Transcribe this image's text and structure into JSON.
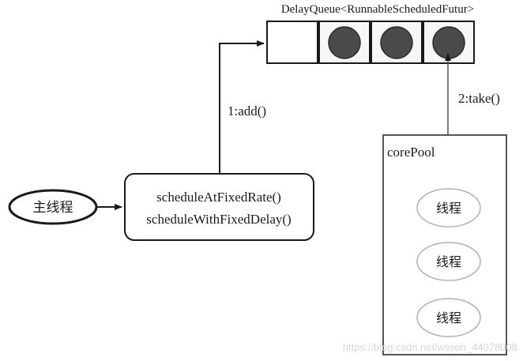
{
  "queue": {
    "title": "DelayQueue<RunnableScheduledFutur>",
    "slots": [
      {
        "state": "empty"
      },
      {
        "state": "filled"
      },
      {
        "state": "filled"
      },
      {
        "state": "filled"
      }
    ]
  },
  "edges": {
    "add_label": "1:add()",
    "take_label": "2:take()"
  },
  "main_thread": {
    "label": "主线程"
  },
  "schedule_methods": {
    "line1": "scheduleAtFixedRate()",
    "line2": "scheduleWithFixedDelay()"
  },
  "core_pool": {
    "label": "corePool",
    "threads": [
      {
        "label": "线程"
      },
      {
        "label": "线程"
      },
      {
        "label": "线程"
      }
    ]
  },
  "watermark": "https://blog.csdn.net/weixin_44078008",
  "colors": {
    "stroke": "#1a1a1a",
    "filled_circle": "#4a4a4a",
    "slot_fill": "#f7f7f7",
    "pool_stroke": "#555555",
    "thread_stroke": "#b0b0b0"
  }
}
